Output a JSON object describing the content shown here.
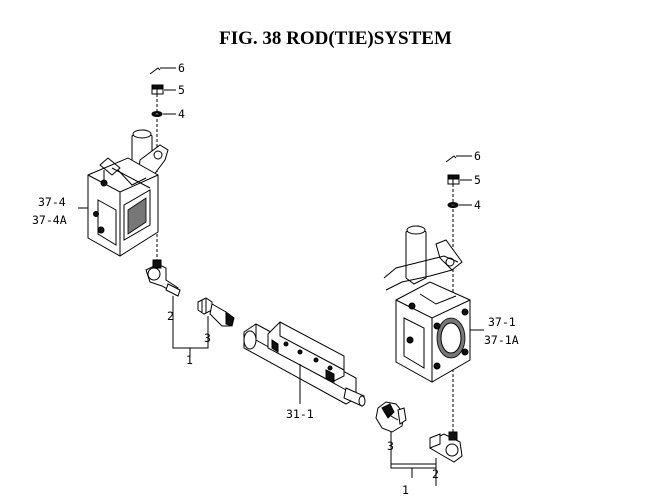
{
  "figure": {
    "title": "FIG. 38  ROD(TIE)SYSTEM"
  },
  "labels": {
    "left_top_6": "6",
    "left_top_5": "5",
    "left_top_4": "4",
    "left_knuckle_a": "37-4",
    "left_knuckle_b": "37-4A",
    "left_2": "2",
    "left_3": "3",
    "left_1": "1",
    "center_rod": "31-1",
    "right_top_6": "6",
    "right_top_5": "5",
    "right_top_4": "4",
    "right_knuckle_a": "37-1",
    "right_knuckle_b": "37-1A",
    "right_3": "3",
    "right_2": "2",
    "right_1": "1"
  }
}
